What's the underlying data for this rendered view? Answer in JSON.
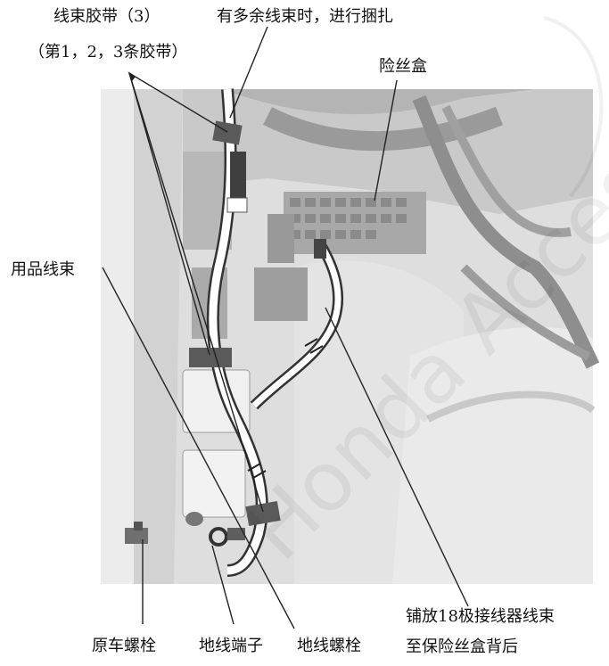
{
  "labels": {
    "harness_tape": "线束胶带（3）",
    "harness_tape_sub": "（第1，2，3条胶带）",
    "bundle_excess": "有多余线束时，进行捆扎",
    "fuse_box": "险丝盒",
    "accessory_harness": "用品线束",
    "route_connector_line1": "铺放18极接线器线束",
    "route_connector_line2": "至保险丝盒背后",
    "oem_bolt": "原车螺栓",
    "ground_terminal": "地线端子",
    "ground_bolt": "地线螺栓"
  },
  "watermark": "Honda Access",
  "colors": {
    "leader": "#222222",
    "panel_light": "#e6e6e6",
    "panel_mid": "#bdbdbd",
    "panel_dark": "#7a7a7a",
    "tape": "#555555"
  }
}
